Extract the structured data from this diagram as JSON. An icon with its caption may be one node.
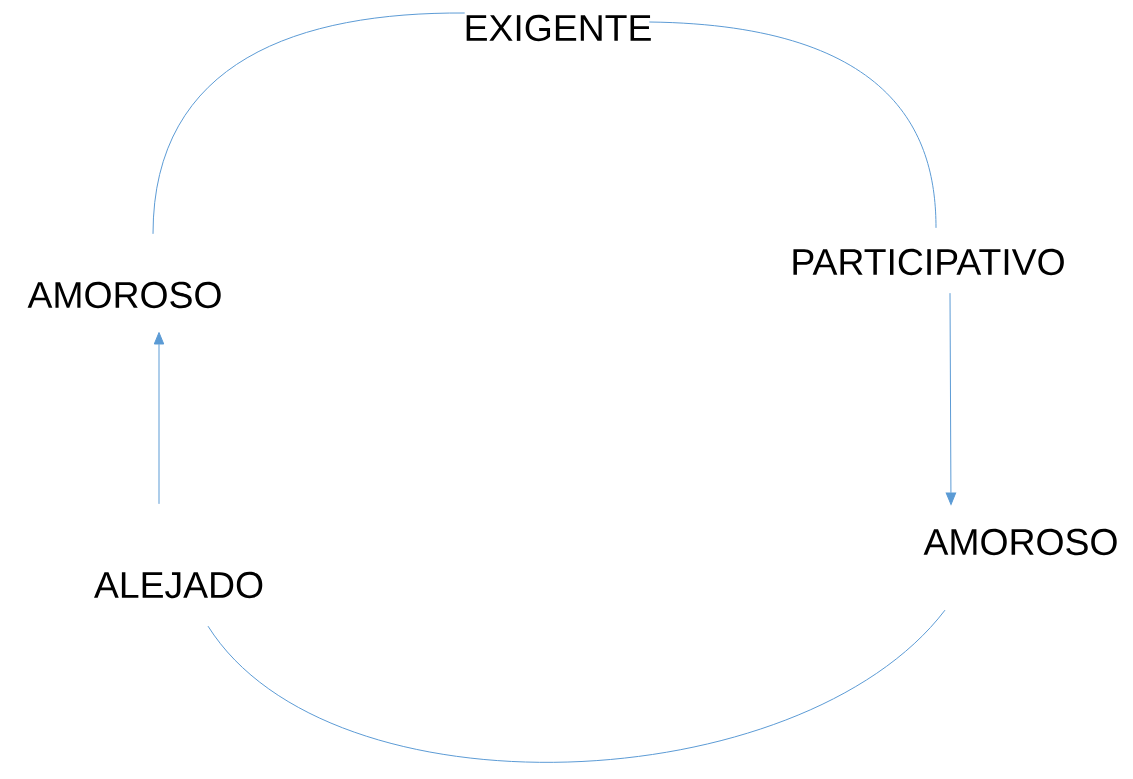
{
  "diagram": {
    "nodes": [
      {
        "text": [
          "EXIGENTE"
        ]
      },
      {
        "text": [
          "AMOROSO"
        ]
      },
      {
        "text": [
          "PARTICIPATIVO"
        ]
      },
      {
        "text": [
          "AMOROSO"
        ]
      },
      {
        "text": [
          "ALEJADO"
        ]
      }
    ],
    "edges": [
      {
        "from": 1,
        "to": 0,
        "arrow": "none"
      },
      {
        "from": 0,
        "to": 2,
        "arrow": "none"
      },
      {
        "from": 2,
        "to": 3,
        "arrow": "to"
      },
      {
        "from": 3,
        "to": 4,
        "arrow": "none"
      },
      {
        "from": 4,
        "to": 1,
        "arrow": "to"
      }
    ]
  }
}
